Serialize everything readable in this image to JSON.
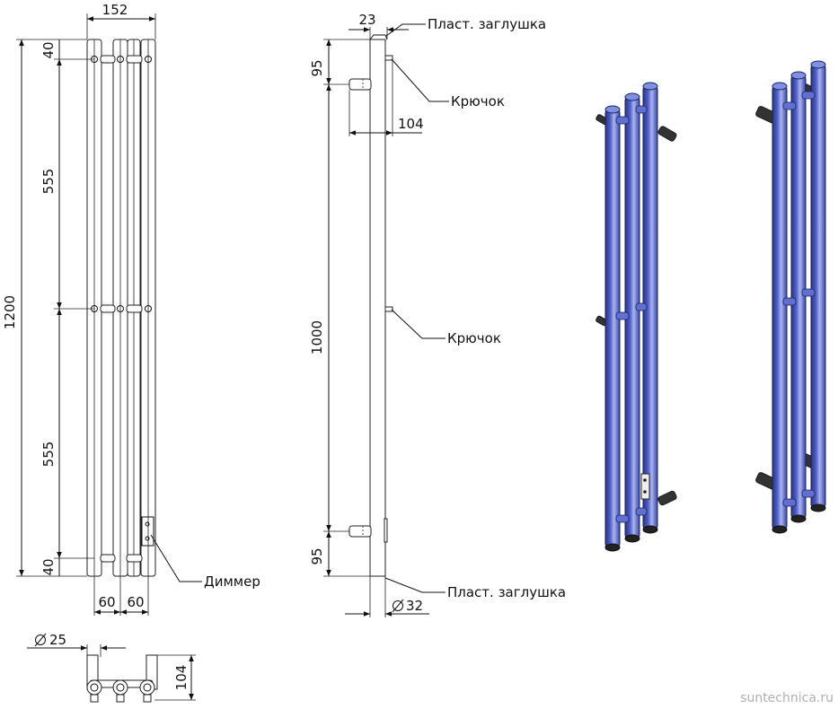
{
  "front_view": {
    "width_dim": "152",
    "height_dim": "1200",
    "top_offset_dim": "40",
    "upper_span_dim": "555",
    "lower_span_dim": "555",
    "bottom_offset_dim": "40",
    "spacing_left_dim": "60",
    "spacing_right_dim": "60",
    "dimmer_label": "Диммер"
  },
  "side_view": {
    "cap_offset_dim": "23",
    "top_cap_label": "Пласт. заглушка",
    "top_hook_dim": "95",
    "hook_label_upper": "Крючок",
    "depth_dim": "104",
    "mount_span_dim": "1000",
    "hook_label_middle": "Крючок",
    "bottom_hook_dim": "95",
    "bottom_cap_label": "Пласт. заглушка",
    "tube_diameter_dim": "32"
  },
  "bottom_view": {
    "pipe_diameter_dim": "25",
    "depth_dim": "104"
  },
  "colors": {
    "tube_blue": "#5060c8",
    "tube_highlight": "#aab4f0",
    "tube_shadow": "#2a3480",
    "hook_dark": "#333333"
  },
  "watermark": "suntechnica.ru"
}
